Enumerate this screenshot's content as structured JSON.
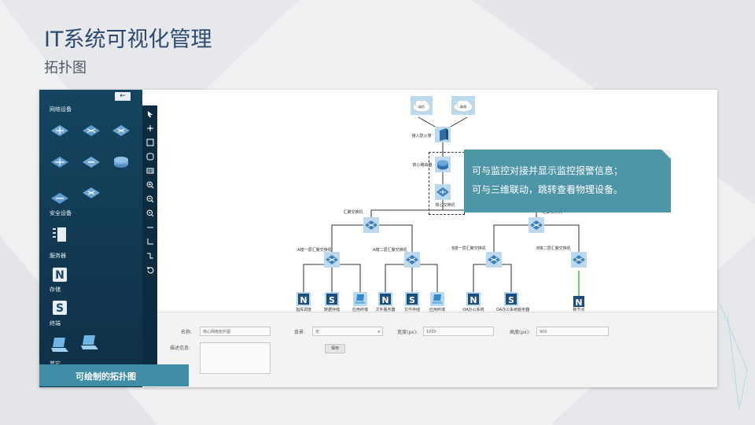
{
  "slide": {
    "title": "IT系统可视化管理",
    "subtitle": "拓扑图"
  },
  "colors": {
    "title": "#2e4a70",
    "palette_bg": "#154560",
    "toolbar_bg": "#0d2c40",
    "accent": "#3f8ea6",
    "tooltip": "#4f95a8",
    "node_bg": "#bcd8ec",
    "link": "#333333",
    "green_link": "#35c045"
  },
  "palette": {
    "back_icon": "arrow-left-icon",
    "categories": {
      "network": "网络设备",
      "security": "安全设备",
      "server": "服务器",
      "storage": "存储",
      "terminal": "终端",
      "other": "其它"
    },
    "footer": "可绘制的拓扑图"
  },
  "toolbar": {
    "tools": [
      "pointer-icon",
      "move-icon",
      "rectangle-icon",
      "rounded-rect-icon",
      "grid-icon",
      "zoom-in-icon",
      "zoom-out-icon",
      "zoom-fit-icon",
      "line-icon",
      "elbow-line-icon",
      "step-line-icon",
      "undo-icon"
    ],
    "subtools": [
      "straight-link-icon",
      "orthogonal-link-icon",
      "curved-link-icon",
      "dashed-link-icon"
    ]
  },
  "topology": {
    "cloud_left": "电信",
    "cloud_right": "联通",
    "firewall": "接入防火墙",
    "router": "核心路由器",
    "core_switch": "核心交换机",
    "agg_left": "汇聚交换机",
    "agg_right": "汇聚交换机",
    "a1": "A楼一层汇聚交换机",
    "a2": "A楼二层汇聚交换机",
    "b1": "B楼一层汇聚交换机",
    "b2": "B楼二层汇聚交换机",
    "e1": "指挥调度",
    "e2": "数据存储",
    "e3": "应用终端",
    "e4": "文件服务器",
    "e5": "文件存储",
    "e6": "应用终端",
    "e7": "OA办公系统",
    "e8": "OA办公系统服务器",
    "e9": "新节点"
  },
  "tooltip": {
    "line1": "可与监控对接并显示监控报警信息；",
    "line2": "可与三维联动，跳转查看物理设备。"
  },
  "form": {
    "name_label": "名称:",
    "name_value": "核心网络拓扑图",
    "bg_label": "背景:",
    "bg_value": "无",
    "width_label": "宽度(px):",
    "width_value": "1000",
    "height_label": "高度(px):",
    "height_value": "900",
    "desc_label": "描述信息:",
    "desc_value": "",
    "save": "保存"
  }
}
